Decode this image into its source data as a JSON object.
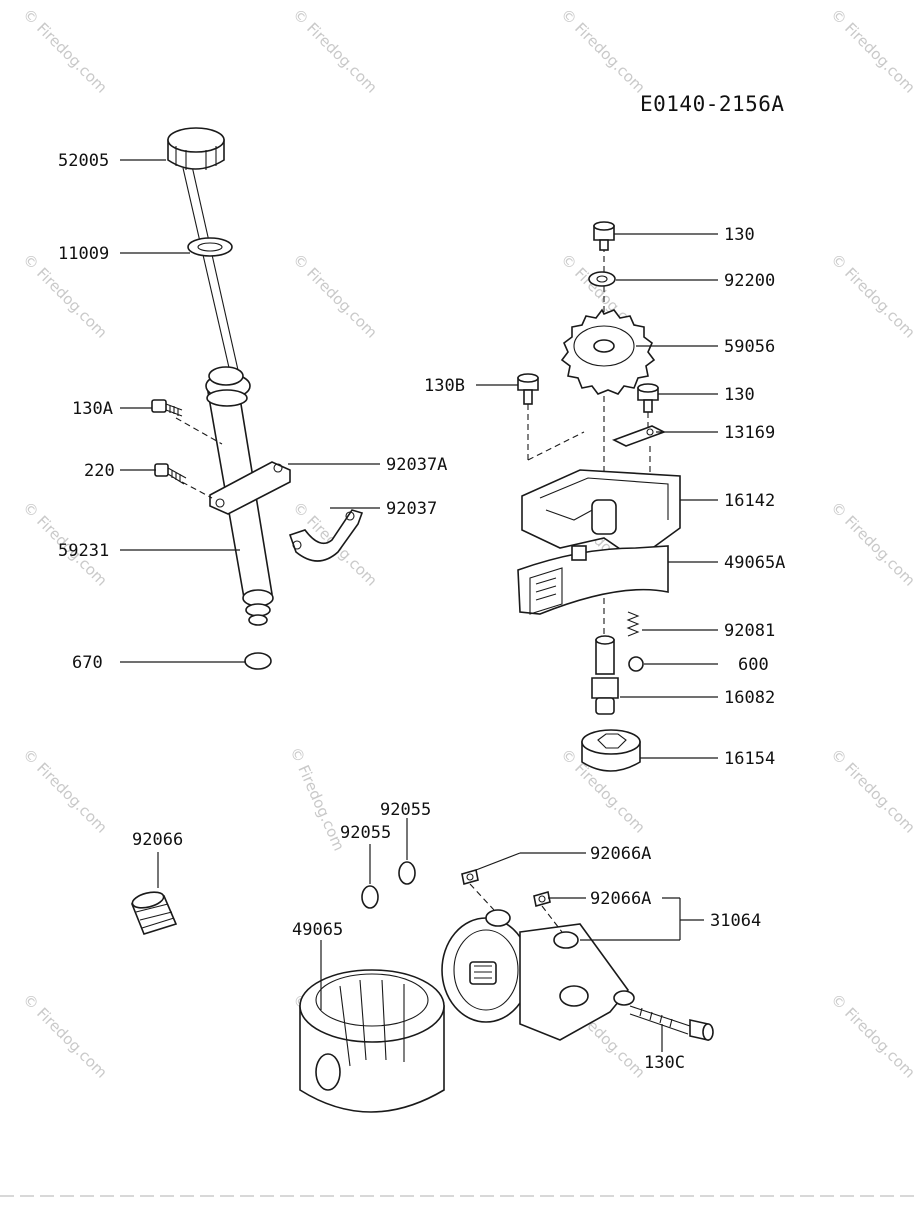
{
  "diagram_code": "E0140-2156A",
  "watermark_text": "© Firedog.com",
  "labels": {
    "p52005": "52005",
    "p11009": "11009",
    "p130A": "130A",
    "p220": "220",
    "p92037A": "92037A",
    "p92037": "92037",
    "p59231": "59231",
    "p670": "670",
    "p130_top": "130",
    "p92200": "92200",
    "p59056": "59056",
    "p130B": "130B",
    "p130_mid": "130",
    "p13169": "13169",
    "p16142": "16142",
    "p49065A": "49065A",
    "p92081": "92081",
    "p600": "600",
    "p16082": "16082",
    "p16154": "16154",
    "p92066": "92066",
    "p92055_a": "92055",
    "p92055_b": "92055",
    "p49065": "49065",
    "p92066A_a": "92066A",
    "p92066A_b": "92066A",
    "p31064": "31064",
    "p130C": "130C"
  }
}
